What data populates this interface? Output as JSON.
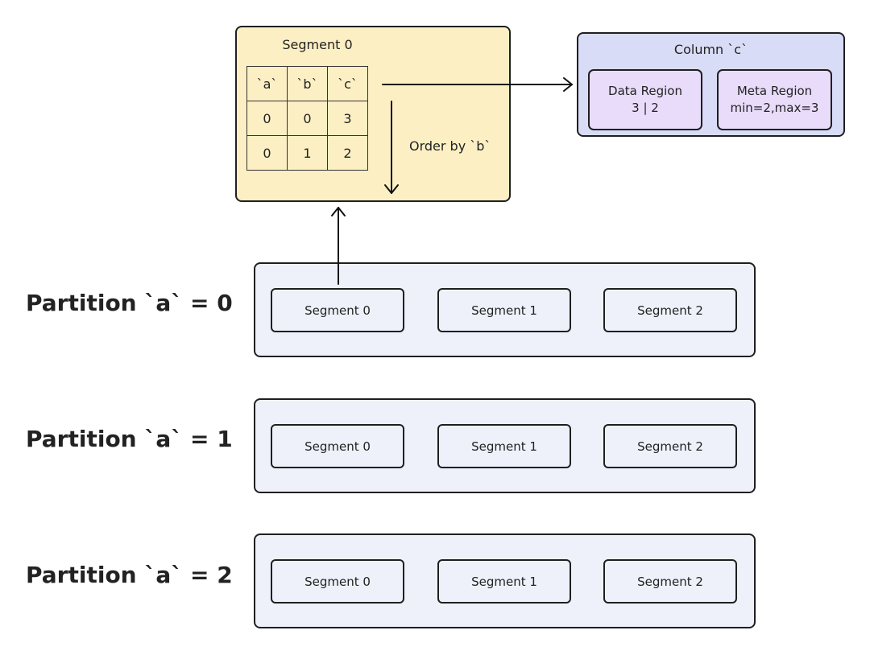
{
  "segment_detail": {
    "title": "Segment 0",
    "headers": [
      "`a`",
      "`b`",
      "`c`"
    ],
    "rows": [
      [
        "0",
        "0",
        "3"
      ],
      [
        "0",
        "1",
        "2"
      ]
    ],
    "order_label": "Order by `b`"
  },
  "column_detail": {
    "title": "Column `c`",
    "data_region": {
      "title": "Data Region",
      "value": "3 | 2"
    },
    "meta_region": {
      "title": "Meta Region",
      "value": "min=2,max=3"
    }
  },
  "partitions": [
    {
      "label": "Partition `a` = 0",
      "segments": [
        "Segment 0",
        "Segment 1",
        "Segment 2"
      ]
    },
    {
      "label": "Partition `a` = 1",
      "segments": [
        "Segment 0",
        "Segment 1",
        "Segment 2"
      ]
    },
    {
      "label": "Partition `a` = 2",
      "segments": [
        "Segment 0",
        "Segment 1",
        "Segment 2"
      ]
    }
  ]
}
